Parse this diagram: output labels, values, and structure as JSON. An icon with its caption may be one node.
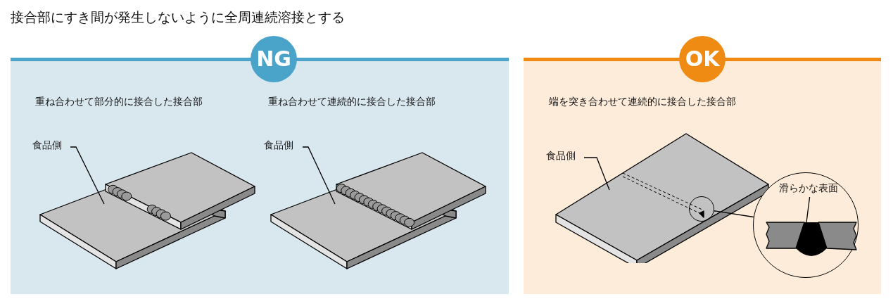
{
  "diagram": {
    "title": "接合部にすき間が発生しないように全周連続溶接とする",
    "nodes": [
      {
        "text": [
          "NG"
        ]
      },
      {
        "text": [
          "食品側"
        ],
        "in": 0
      },
      {
        "text": [],
        "shape": "picture",
        "in": 0
      },
      {
        "text": [
          "食品側"
        ],
        "in": 0
      },
      {
        "text": [],
        "shape": "picture",
        "in": 0
      },
      {
        "text": [
          "OK"
        ]
      },
      {
        "text": [
          "食品側"
        ],
        "in": 5
      },
      {
        "text": [],
        "shape": "picture",
        "in": 5
      },
      {
        "text": [],
        "shape": "circle",
        "in": 7
      },
      {
        "text": [],
        "shape": "circle",
        "in": 5
      },
      {
        "text": [
          "滑らかな表面"
        ],
        "in": 9
      },
      {
        "text": [],
        "shape": "picture",
        "in": 9
      }
    ],
    "edges": [
      {
        "from": 1,
        "to": 2,
        "arrow": "none"
      },
      {
        "from": 3,
        "to": 4,
        "arrow": "none"
      },
      {
        "from": 6,
        "to": 7,
        "arrow": "none"
      },
      {
        "from": 8,
        "to": 9,
        "arrow": "none"
      },
      {
        "from": 10,
        "to": 11,
        "arrow": "none"
      }
    ],
    "labels": [
      "重ね合わせて部分的に接合した接合部",
      "重ね合わせて連続的に接合した接合部",
      "端を突き合わせて連続的に接合した接合部"
    ]
  }
}
